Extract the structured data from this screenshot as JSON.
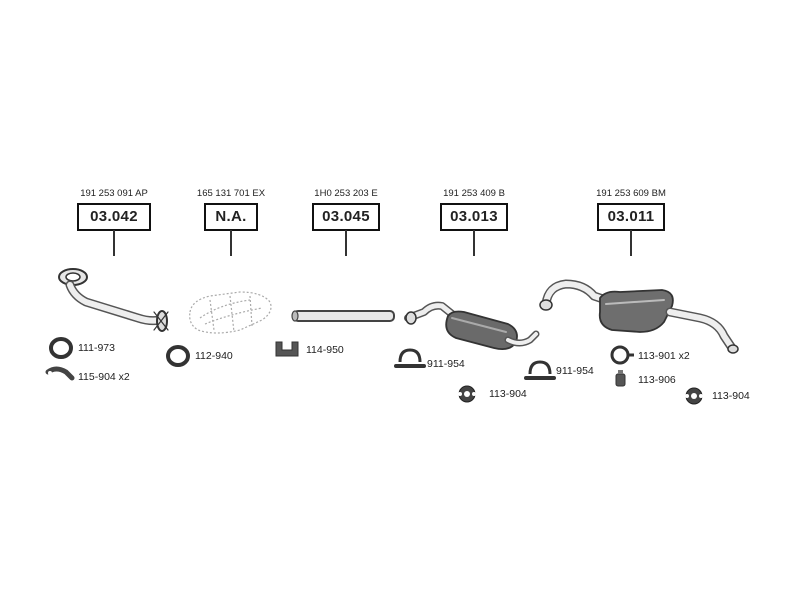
{
  "parts": [
    {
      "oe_number": "191 253 091 AP",
      "code": "03.042"
    },
    {
      "oe_number": "165 131 701 EX",
      "code": "N.A."
    },
    {
      "oe_number": "1H0 253 203 E",
      "code": "03.045"
    },
    {
      "oe_number": "191 253 409 B",
      "code": "03.013"
    },
    {
      "oe_number": "191 253 609 BM",
      "code": "03.011"
    }
  ],
  "accessories": [
    {
      "label": "111-973",
      "icon": "gasket-ring-icon"
    },
    {
      "label": "115-904 x2",
      "icon": "hanger-strap-icon"
    },
    {
      "label": "112-940",
      "icon": "sleeve-ring-icon"
    },
    {
      "label": "114-950",
      "icon": "clamp-bracket-icon"
    },
    {
      "label": "911-954",
      "icon": "u-bolt-clamp-icon"
    },
    {
      "label": "113-904",
      "icon": "rubber-mount-icon"
    },
    {
      "label": "911-954",
      "icon": "u-bolt-clamp-icon"
    },
    {
      "label": "113-901 x2",
      "icon": "hanger-ring-icon"
    },
    {
      "label": "113-906",
      "icon": "rubber-buffer-icon"
    },
    {
      "label": "113-904",
      "icon": "rubber-mount-icon"
    }
  ]
}
